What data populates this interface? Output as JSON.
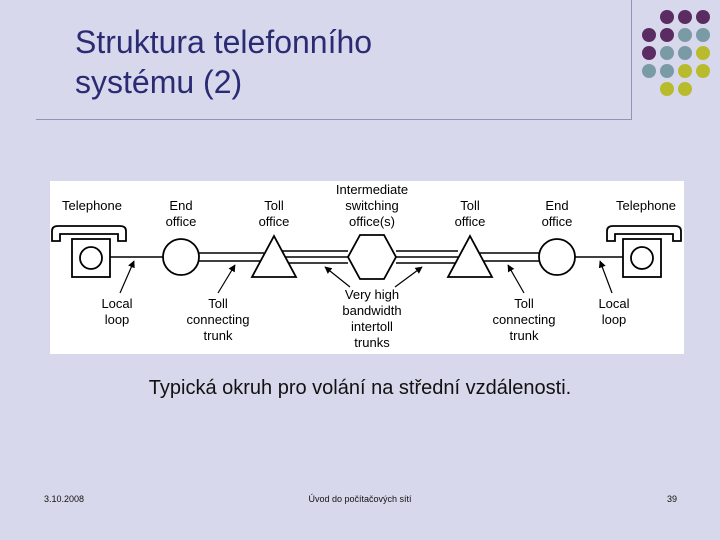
{
  "slide": {
    "title_line1": "Struktura telefonního",
    "title_line2": "systému (2)"
  },
  "figure": {
    "labels": {
      "telephone": "Telephone",
      "end_office_1": "End",
      "end_office_2": "office",
      "toll_office_1": "Toll",
      "toll_office_2": "office",
      "intermediate_1": "Intermediate",
      "intermediate_2": "switching",
      "intermediate_3": "office(s)",
      "local_loop_1": "Local",
      "local_loop_2": "loop",
      "toll_trunk_1": "Toll",
      "toll_trunk_2": "connecting",
      "toll_trunk_3": "trunk",
      "intertoll_1": "Very high",
      "intertoll_2": "bandwidth",
      "intertoll_3": "intertoll",
      "intertoll_4": "trunks"
    }
  },
  "caption": "Typická okruh pro volání na střední vzdálenosti.",
  "footer": {
    "date": "3.10.2008",
    "course": "Úvod do počítačových sítí",
    "page": "39"
  },
  "colors": {
    "background": "#d8d8ec",
    "title": "#2b2b74",
    "dot_purple": "#5a2c62",
    "dot_teal": "#7a9aa6",
    "dot_olive": "#b8bc2c"
  }
}
